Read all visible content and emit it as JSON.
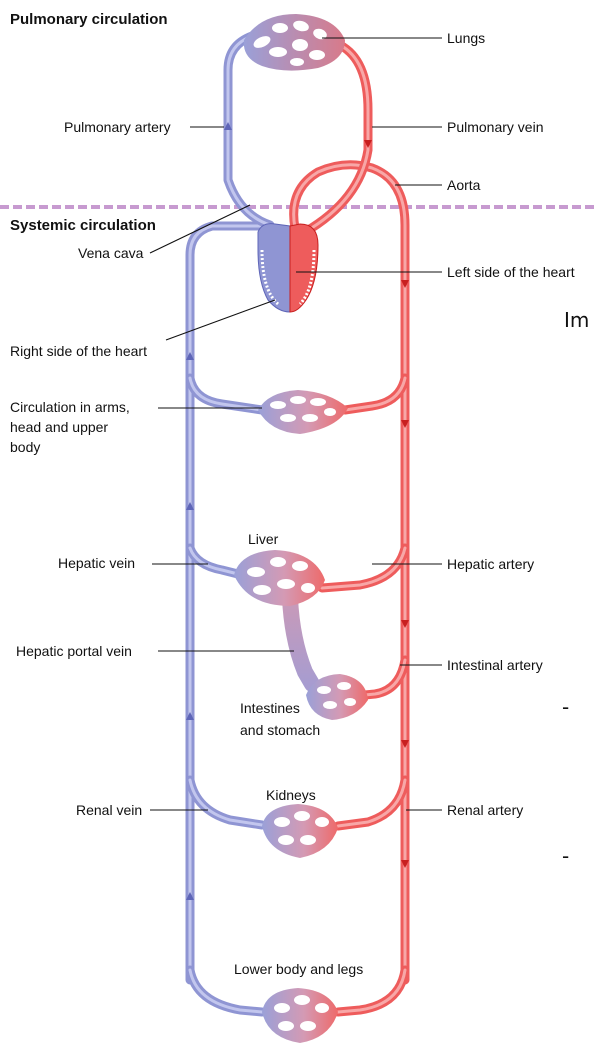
{
  "headers": {
    "pulmonary": "Pulmonary circulation",
    "systemic": "Systemic circulation"
  },
  "labels": {
    "lungs": "Lungs",
    "pulmonary_artery": "Pulmonary artery",
    "pulmonary_vein": "Pulmonary vein",
    "aorta": "Aorta",
    "vena_cava": "Vena cava",
    "left_heart": "Left side of the heart",
    "right_heart": "Right side of the heart",
    "arms_1": "Circulation in arms,",
    "arms_2": "head and upper",
    "arms_3": "body",
    "liver": "Liver",
    "hepatic_vein": "Hepatic vein",
    "hepatic_artery": "Hepatic artery",
    "hepatic_portal_vein": "Hepatic portal vein",
    "intestinal_artery": "Intestinal artery",
    "intestines_1": "Intestines",
    "intestines_2": "and stomach",
    "kidneys": "Kidneys",
    "renal_vein": "Renal vein",
    "renal_artery": "Renal artery",
    "lower_body": "Lower body and legs"
  },
  "side_text": {
    "im": "Im",
    "dash1": "-",
    "dash2": "-"
  },
  "colors": {
    "vein": "#8f95d3",
    "artery": "#ee5c5c",
    "divider": "#c79ad0"
  }
}
